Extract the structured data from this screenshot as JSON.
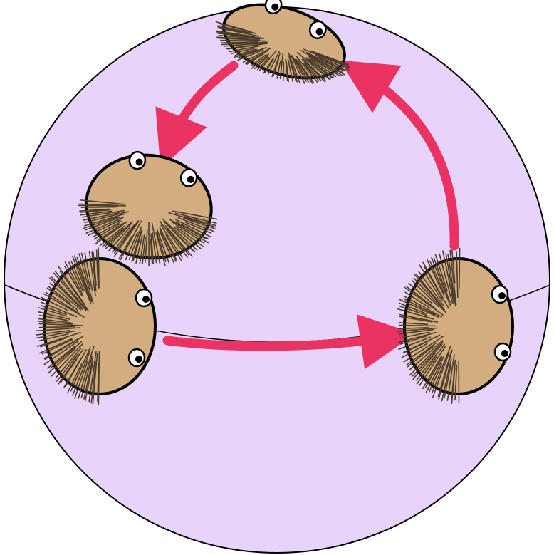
{
  "diagram": {
    "colors": {
      "sphere_fill": "#e8d4fb",
      "sphere_stroke": "#000000",
      "arrow": "#ea3363",
      "cell_fill": "#d2ad80",
      "cell_stroke": "#000000",
      "cilia": "#4a3b2a",
      "eye_white": "#ffffff",
      "pupil": "#000000"
    },
    "cells": [
      {
        "name": "top",
        "eye_count": 2
      },
      {
        "name": "upper-left",
        "eye_count": 2
      },
      {
        "name": "lower-left",
        "eye_count": 2
      },
      {
        "name": "right",
        "eye_count": 2
      }
    ],
    "arrows": [
      {
        "name": "top-to-upper-left"
      },
      {
        "name": "lower-left-to-right"
      },
      {
        "name": "right-to-top"
      }
    ]
  }
}
